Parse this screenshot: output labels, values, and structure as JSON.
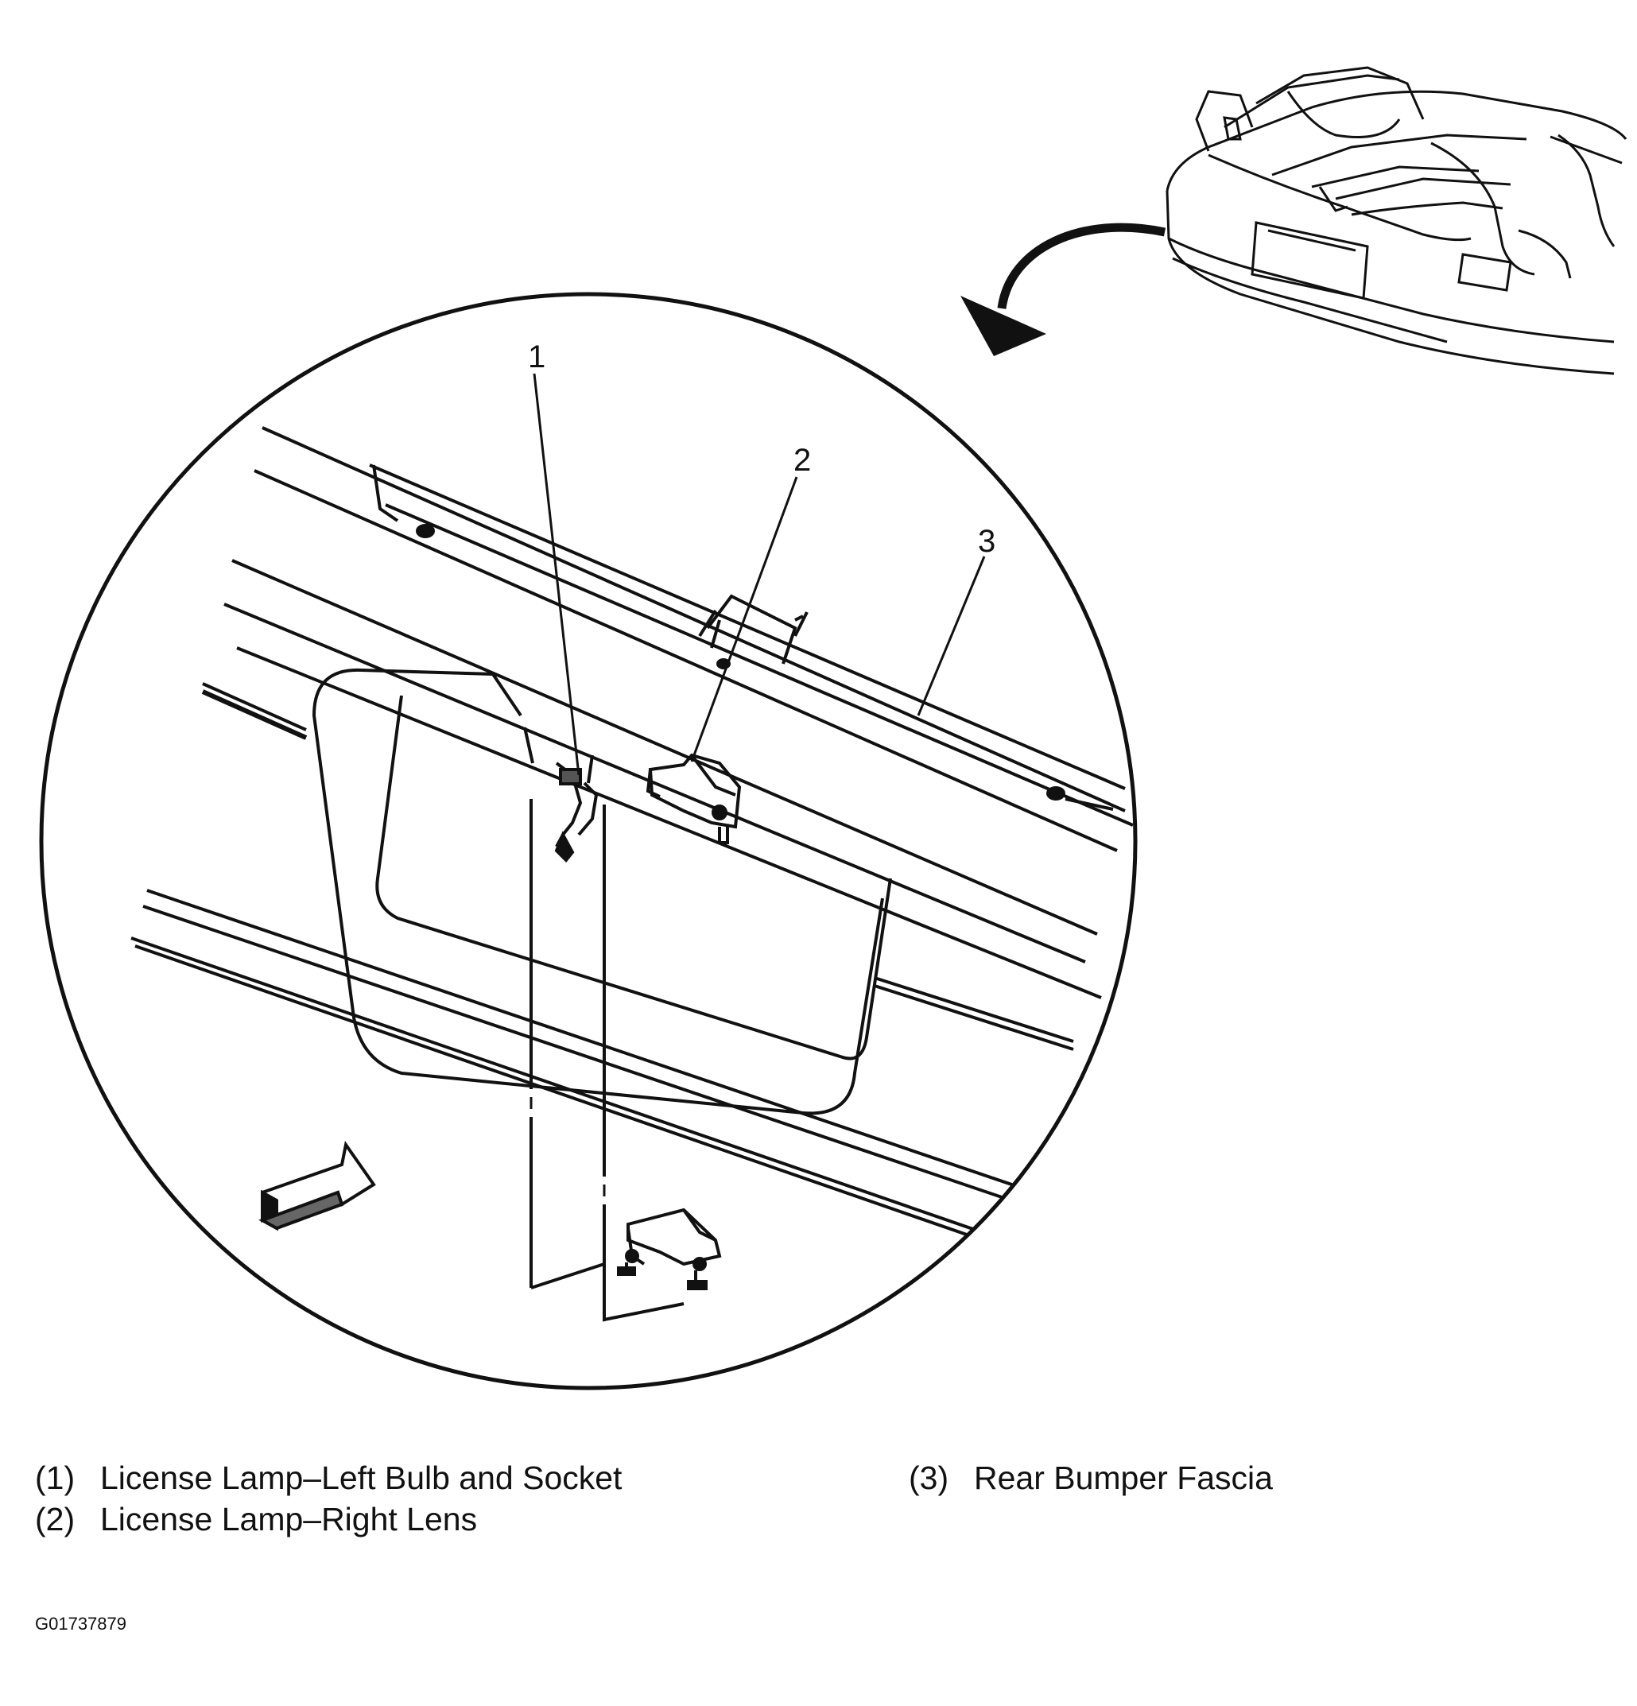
{
  "callouts": [
    "1",
    "2",
    "3"
  ],
  "legend": [
    {
      "num": "(1)",
      "text": "License Lamp–Left Bulb and Socket"
    },
    {
      "num": "(2)",
      "text": "License Lamp–Right Lens"
    },
    {
      "num": "(3)",
      "text": "Rear Bumper Fascia"
    }
  ],
  "figure_id": "G01737879"
}
